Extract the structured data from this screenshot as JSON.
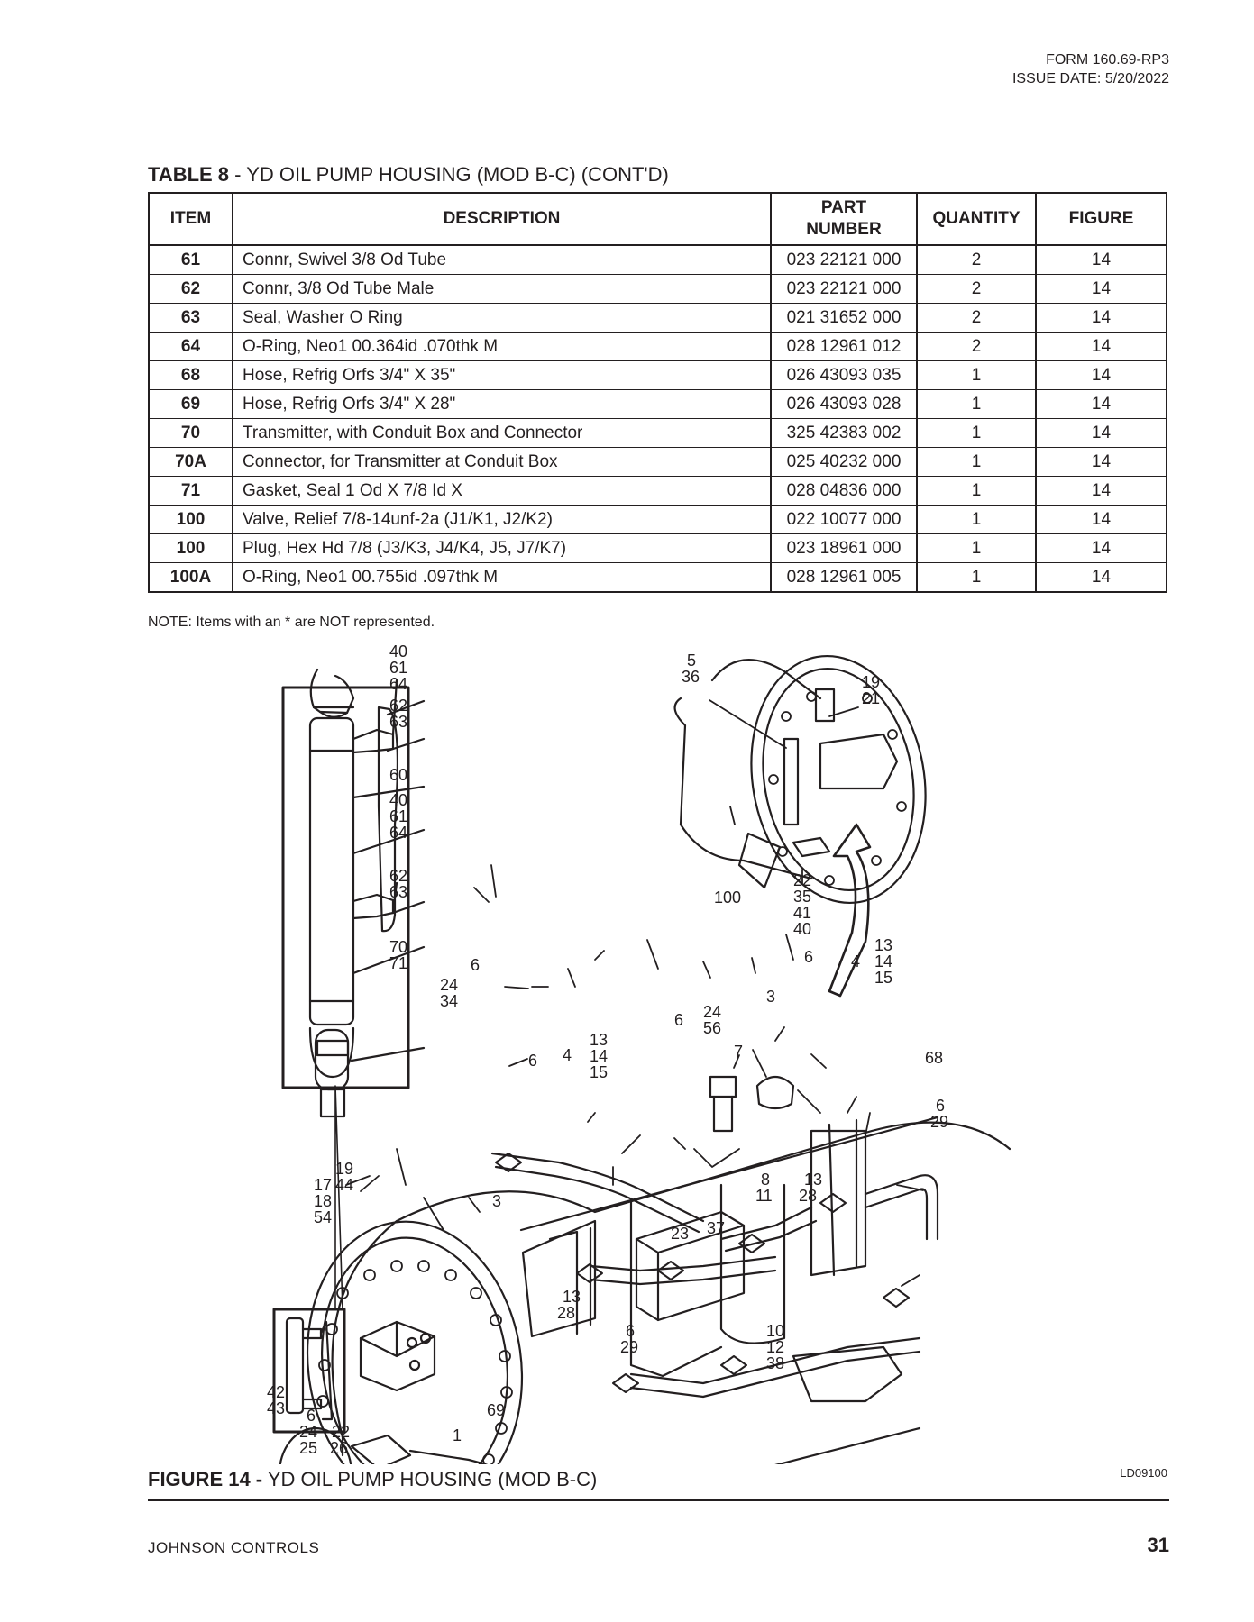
{
  "header": {
    "form_number": "FORM 160.69-RP3",
    "issue_date": "ISSUE DATE: 5/20/2022"
  },
  "table": {
    "title_bold": "TABLE 8",
    "title_rest": " - YD OIL PUMP HOUSING (MOD B-C) (CONT'D)",
    "headers": {
      "item": "ITEM",
      "description": "DESCRIPTION",
      "part_number_line1": "PART",
      "part_number_line2": "NUMBER",
      "quantity": "QUANTITY",
      "figure": "FIGURE"
    },
    "rows": [
      {
        "item": "61",
        "description": "Connr, Swivel 3/8 Od Tube",
        "part_number": "023 22121 000",
        "quantity": "2",
        "figure": "14"
      },
      {
        "item": "62",
        "description": "Connr, 3/8 Od Tube Male",
        "part_number": "023 22121 000",
        "quantity": "2",
        "figure": "14"
      },
      {
        "item": "63",
        "description": "Seal, Washer O Ring",
        "part_number": "021 31652 000",
        "quantity": "2",
        "figure": "14"
      },
      {
        "item": "64",
        "description": "O-Ring, Neo1 00.364id .070thk M",
        "part_number": "028 12961 012",
        "quantity": "2",
        "figure": "14"
      },
      {
        "item": "68",
        "description": "Hose, Refrig Orfs 3/4\" X 35\"",
        "part_number": "026 43093 035",
        "quantity": "1",
        "figure": "14"
      },
      {
        "item": "69",
        "description": "Hose, Refrig Orfs 3/4\" X 28\"",
        "part_number": "026 43093 028",
        "quantity": "1",
        "figure": "14"
      },
      {
        "item": "70",
        "description": "Transmitter, with Conduit Box and Connector",
        "part_number": "325 42383 002",
        "quantity": "1",
        "figure": "14"
      },
      {
        "item": "70A",
        "description": "Connector, for Transmitter at Conduit Box",
        "part_number": "025 40232 000",
        "quantity": "1",
        "figure": "14"
      },
      {
        "item": "71",
        "description": "Gasket, Seal 1 Od X 7/8 Id X",
        "part_number": "028 04836 000",
        "quantity": "1",
        "figure": "14"
      },
      {
        "item": "100",
        "description": "Valve, Relief 7/8-14unf-2a (J1/K1, J2/K2)",
        "part_number": "022 10077 000",
        "quantity": "1",
        "figure": "14"
      },
      {
        "item": "100",
        "description": "Plug, Hex Hd 7/8 (J3/K3, J4/K4, J5, J7/K7)",
        "part_number": "023 18961 000",
        "quantity": "1",
        "figure": "14"
      },
      {
        "item": "100A",
        "description": "O-Ring, Neo1 00.755id .097thk M",
        "part_number": "028 12961 005",
        "quantity": "1",
        "figure": "14"
      }
    ]
  },
  "note": "NOTE: Items with an * are NOT represented.",
  "figure": {
    "callouts": {
      "a": [
        "40",
        "61",
        "64"
      ],
      "b": [
        "62",
        "63"
      ],
      "c": [
        "60"
      ],
      "d": [
        "40",
        "61",
        "64"
      ],
      "e": [
        "62",
        "63"
      ],
      "f": [
        "70",
        "71"
      ],
      "g": [
        "5",
        "36"
      ],
      "h": [
        "19",
        "21"
      ],
      "i": [
        "22",
        "35",
        "41",
        "40"
      ],
      "j": [
        "100"
      ],
      "k": [
        "6"
      ],
      "l": [
        "4"
      ],
      "m": [
        "13",
        "14",
        "15"
      ],
      "n": [
        "6"
      ],
      "o": [
        "24",
        "34"
      ],
      "p": [
        "3"
      ],
      "q": [
        "6"
      ],
      "r": [
        "24",
        "56"
      ],
      "s": [
        "68"
      ],
      "t": [
        "4"
      ],
      "u": [
        "13",
        "14",
        "15"
      ],
      "v": [
        "6"
      ],
      "w": [
        "7"
      ],
      "x": [
        "6",
        "29"
      ],
      "y": [
        "19",
        "44"
      ],
      "z": [
        "17",
        "18",
        "54"
      ],
      "aa": [
        "3"
      ],
      "ab": [
        "23"
      ],
      "ac": [
        "8",
        "11"
      ],
      "ad": [
        "13",
        "28"
      ],
      "ae": [
        "37"
      ],
      "af": [
        "13",
        "28"
      ],
      "ag": [
        "6",
        "29"
      ],
      "ah": [
        "10",
        "12",
        "38"
      ],
      "ai": [
        "42",
        "43"
      ],
      "aj": [
        "6",
        "24",
        "25"
      ],
      "ak": [
        "22",
        "26"
      ],
      "al": [
        "69"
      ],
      "am": [
        "1"
      ]
    },
    "drawing_id": "LD09100",
    "title_bold": "FIGURE 14 -",
    "title_rest": " YD OIL PUMP HOUSING (MOD B-C)"
  },
  "footer": {
    "company": "JOHNSON CONTROLS",
    "page_number": "31"
  }
}
